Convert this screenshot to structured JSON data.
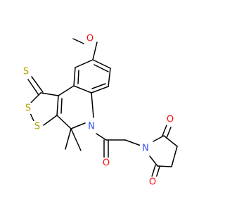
{
  "atoms": {
    "o_methoxy": {
      "label": "O",
      "color": "#ff0d0d"
    },
    "s_thione": {
      "label": "S",
      "color": "#b3a000"
    },
    "s_ring_upper": {
      "label": "S",
      "color": "#b3a000"
    },
    "s_ring_lower": {
      "label": "S",
      "color": "#b3a000"
    },
    "n_quinoline": {
      "label": "N",
      "color": "#3050f8"
    },
    "o_amide": {
      "label": "O",
      "color": "#ff0d0d"
    },
    "n_succinimide": {
      "label": "N",
      "color": "#3050f8"
    },
    "o_imide_upper": {
      "label": "O",
      "color": "#ff0d0d"
    },
    "o_imide_lower": {
      "label": "O",
      "color": "#ff0d0d"
    }
  }
}
